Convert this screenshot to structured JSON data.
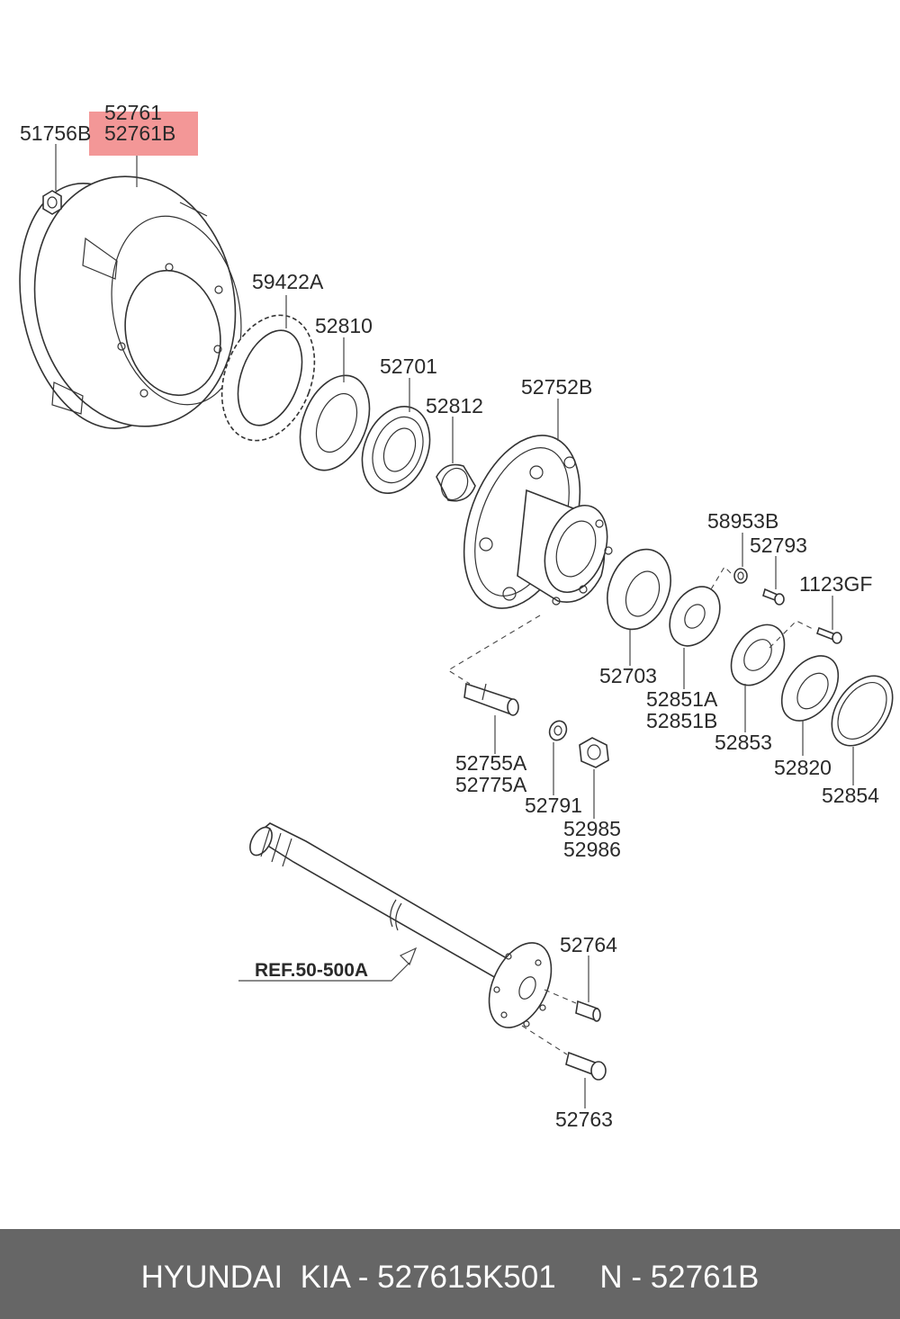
{
  "diagram": {
    "highlight_color": "#f28c8c",
    "labels": {
      "p51756B": "51756B",
      "p52761": "52761",
      "p52761B": "52761B",
      "p59422A": "59422A",
      "p52810": "52810",
      "p52701": "52701",
      "p52812": "52812",
      "p52752B": "52752B",
      "p58953B": "58953B",
      "p52793": "52793",
      "p1123GF": "1123GF",
      "p52703": "52703",
      "p52851A": "52851A",
      "p52851B": "52851B",
      "p52853": "52853",
      "p52820": "52820",
      "p52854": "52854",
      "p52755A": "52755A",
      "p52775A": "52775A",
      "p52791": "52791",
      "p52985": "52985",
      "p52986": "52986",
      "p52764": "52764",
      "pREF": "REF.50-500A",
      "p52763": "52763"
    }
  },
  "footer": {
    "text": "HYUNDAI  KIA - 527615K501     N - 52761B",
    "background": "#666666",
    "color": "#ffffff"
  }
}
